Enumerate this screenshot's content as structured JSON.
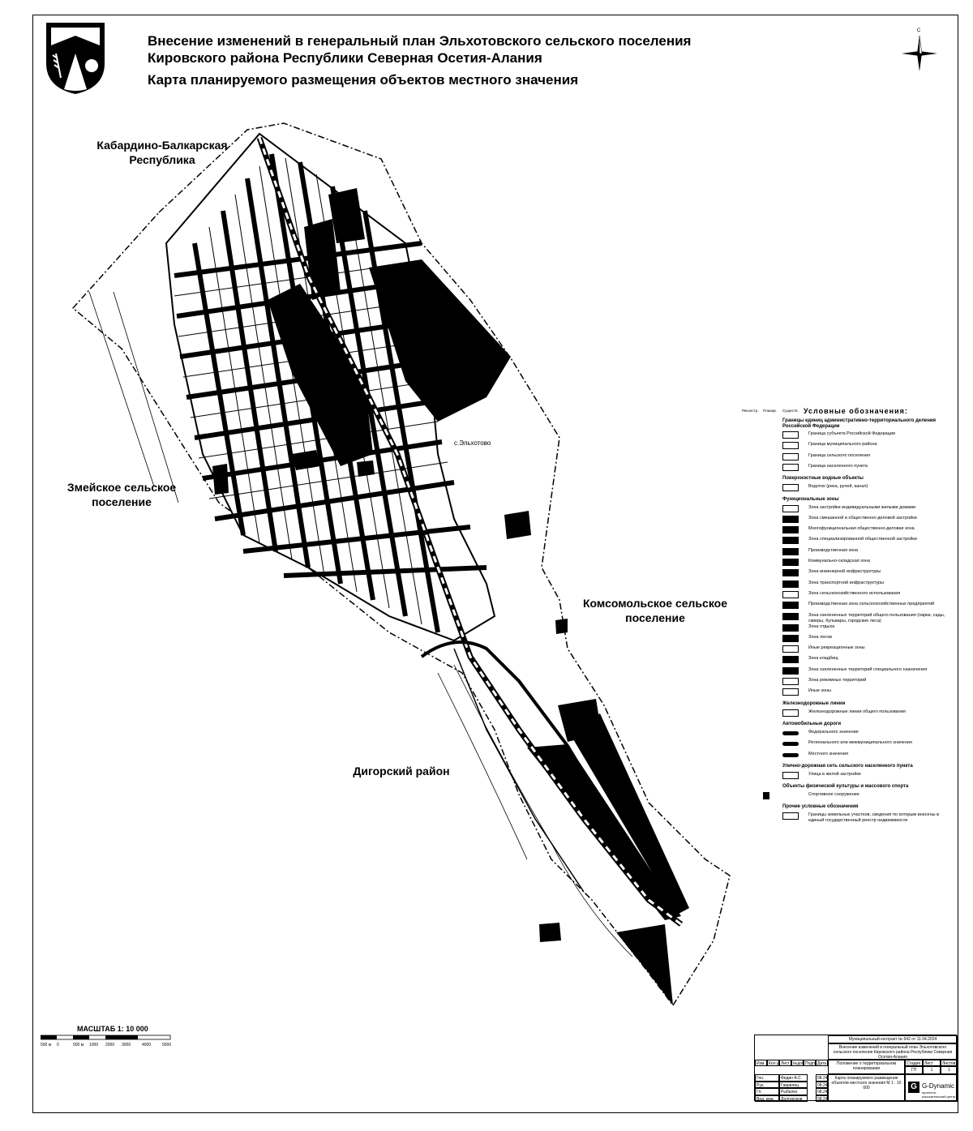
{
  "header": {
    "title_line1": "Внесение изменений в генеральный план Эльхотовского сельского поселения",
    "title_line2": "Кировского района Республики Северная Осетия-Алания",
    "map_title": "Карта планируемого размещения объектов местного значения"
  },
  "compass": {
    "north_label": "С"
  },
  "regions": {
    "kbr": "Кабардино-Балкарская Республика",
    "zmeyskoe": "Змейское сельское поселение",
    "komsomolskoe": "Комсомольское сельское поселение",
    "digorsky": "Дигорский район",
    "settlement": "с.Эльхотово"
  },
  "legend": {
    "col_headers": [
      "Реконстр.",
      "Планир.",
      "Существ."
    ],
    "title": "Условные обозначения:",
    "groups": [
      {
        "header": "Границы единиц административно-территориального деления Российской Федерации",
        "items": [
          "Граница субъекта Российской Федерации",
          "Граница муниципального района",
          "Граница сельского поселения",
          "Граница населенного пункта"
        ]
      },
      {
        "header": "Поверхностные водные объекты",
        "items": [
          "Водоток (река, ручей, канал)"
        ]
      },
      {
        "header": "Функциональные зоны",
        "items": [
          "Зона застройки индивидуальными жилыми домами",
          "Зона смешанной и общественно-деловой застройки",
          "Многофункциональная общественно-деловая зона",
          "Зона специализированной общественной застройки",
          "Производственная зона",
          "Коммунально-складская зона",
          "Зона инженерной инфраструктуры",
          "Зона транспортной инфраструктуры",
          "Зона сельскохозяйственного использования",
          "Производственная зона сельскохозяйственных предприятий",
          "Зона озелененных территорий общего пользования (парки, сады, скверы, бульвары, городские леса)",
          "Зона отдыха",
          "Зона лесов",
          "Иные рекреационные зоны",
          "Зона кладбищ",
          "Зона озелененных территорий специального назначения",
          "Зона режимных территорий",
          "Иные зоны"
        ]
      },
      {
        "header": "Железнодорожные линии",
        "items": [
          "Железнодорожные линии общего пользования"
        ]
      },
      {
        "header": "Автомобильные дороги",
        "items": [
          "Федерального значения",
          "Регионального или межмуниципального значения",
          "Местного значения"
        ]
      },
      {
        "header": "Улично-дорожная сеть сельского населенного пункта",
        "items": [
          "Улица в жилой застройке"
        ]
      },
      {
        "header": "Объекты физической культуры и массового спорта",
        "items": [
          "Спортивное сооружение"
        ]
      },
      {
        "header": "Прочие условные обозначения",
        "items": [
          "Границы земельных участков, сведения по которым внесены в единый государственный реестр недвижимости"
        ]
      }
    ]
  },
  "scale": {
    "label": "МАСШТАБ 1: 10 000",
    "ticks": [
      "500 м",
      "0",
      "500 м",
      "1000",
      "2000",
      "3000",
      "4000",
      "5000"
    ]
  },
  "stamp": {
    "contract": "Муниципальный контракт № 642 от 11.04.2024",
    "project": "Внесение изменений в генеральный план Эльхотовского сельского поселения Кировского района Республики Северная Осетия-Алания",
    "part": "Положение о территориальном планировании",
    "sheet_title": "Карта планируемого размещения объектов местного значения М 1 : 10 000",
    "stage_hdr": "Стадия",
    "sheet_hdr": "Лист",
    "sheets_hdr": "Листов",
    "stage": "ГП",
    "sheet": "1",
    "sheets": "1",
    "company": "G-Dynamic",
    "company_sub": "проектно-изыскательский центр",
    "rows": [
      "Изм.",
      "Кол.уч.",
      "Лист",
      "№док",
      "Подпись",
      "Дата"
    ],
    "people": [
      {
        "role": "Ген. директор",
        "name": "Федин А.С."
      },
      {
        "role": "Рук. отдела",
        "name": "Гаврилец Д.Г."
      },
      {
        "role": "Гл. архитект.",
        "name": "Рыбалко А.Э."
      },
      {
        "role": "Вед. инж.",
        "name": "Долгоруков А.В."
      }
    ],
    "date": "08.24"
  },
  "colors": {
    "ink": "#000000",
    "paper": "#ffffff"
  }
}
